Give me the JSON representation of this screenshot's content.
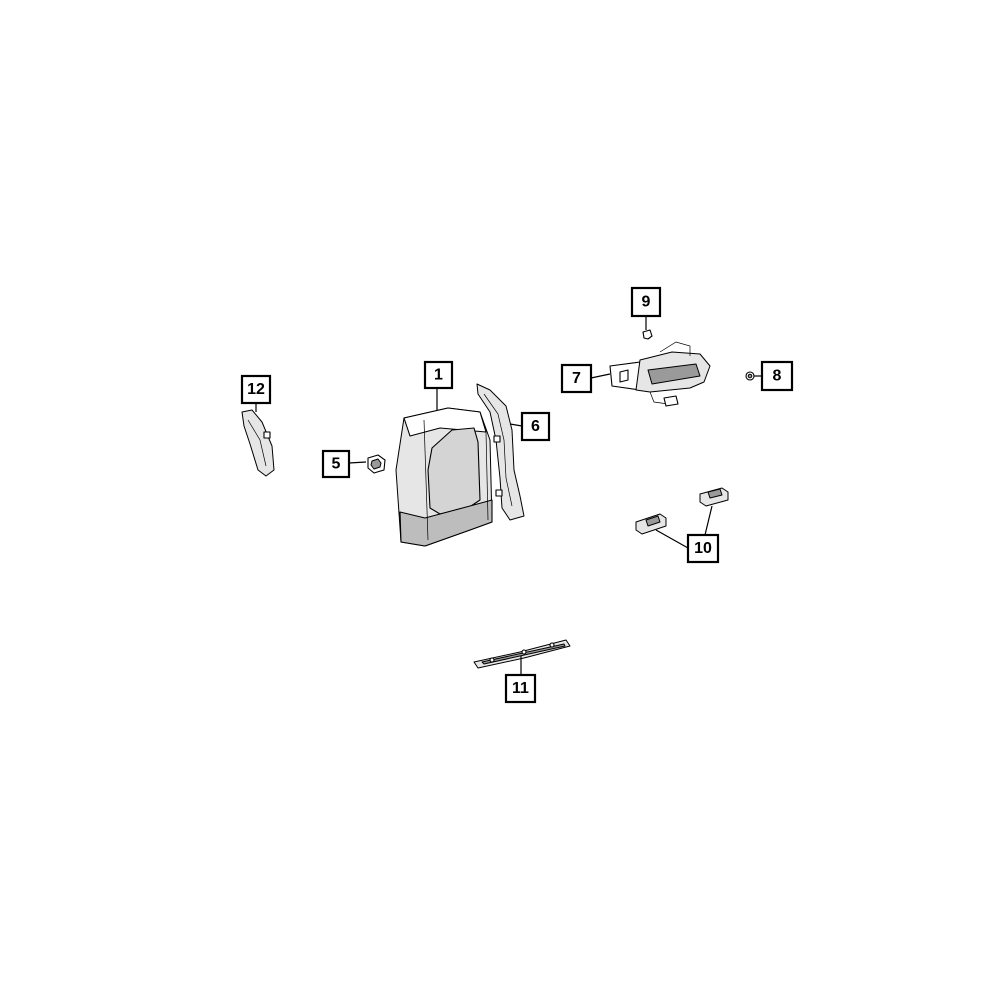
{
  "callouts": {
    "c1": "1",
    "c5": "5",
    "c6": "6",
    "c7": "7",
    "c8": "8",
    "c9": "9",
    "c10": "10",
    "c11": "11",
    "c12": "12"
  }
}
